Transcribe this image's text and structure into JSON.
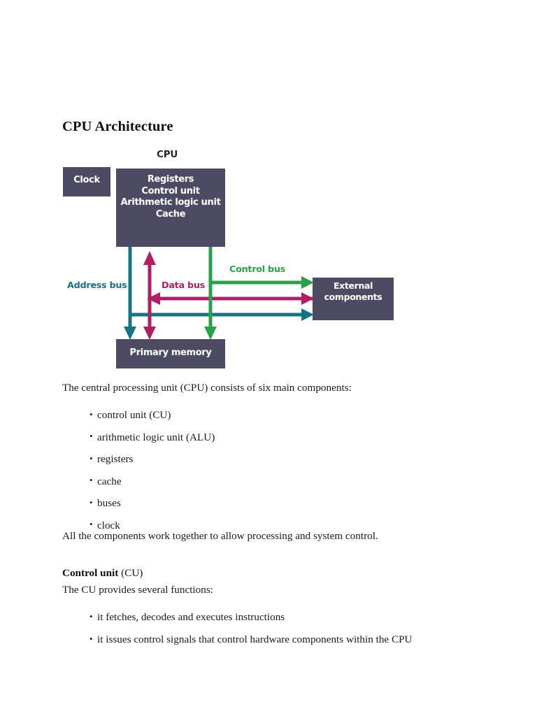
{
  "document": {
    "title": "CPU Architecture"
  },
  "diagram": {
    "caption": "CPU",
    "boxes": {
      "clock": "Clock",
      "cpu_contents": "Registers\nControl unit\nArithmetic logic unit\nCache",
      "cpu_line_1": "Registers",
      "cpu_line_2": "Control unit",
      "cpu_line_3": "Arithmetic logic unit",
      "cpu_line_4": "Cache",
      "primary_memory": "Primary memory",
      "external_line_1": "External",
      "external_line_2": "components"
    },
    "buses": {
      "address": "Address bus",
      "data": "Data bus",
      "control": "Control bus"
    },
    "colors": {
      "box_fill": "#4d4b63",
      "address_bus": "#17737f",
      "data_bus": "#ad2066",
      "control_bus": "#2ba04c",
      "box_label": "#ffffff",
      "page_background": "#ffffff"
    }
  },
  "content": {
    "intro": "The central processing unit (CPU) consists of six main components:",
    "components": [
      "control unit (CU)",
      "arithmetic logic unit (ALU)",
      "registers",
      "cache",
      "buses",
      "clock"
    ],
    "summary": "All the components work together to allow processing and system control.",
    "section_heading": "Control unit",
    "section_heading_suffix": " (CU)",
    "cu_lead": "The CU provides several functions:",
    "cu_functions": [
      "it fetches, decodes and executes instructions",
      "it issues control signals that control hardware components within the CPU"
    ]
  }
}
